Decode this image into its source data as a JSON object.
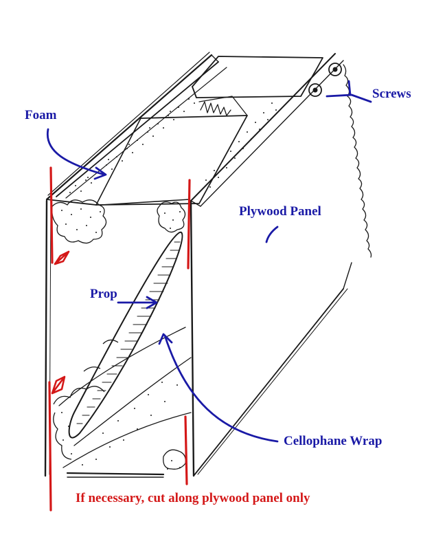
{
  "labels": {
    "foam": "Foam",
    "screws": "Screws",
    "plywood_panel": "Plywood Panel",
    "prop": "Prop",
    "cellophane_wrap": "Cellophane Wrap",
    "cut_note": "If necessary, cut along plywood panel only"
  },
  "colors": {
    "label_blue": "#1a1aa6",
    "cut_red": "#d41818",
    "ink": "#1a1a1a",
    "background": "#ffffff"
  }
}
